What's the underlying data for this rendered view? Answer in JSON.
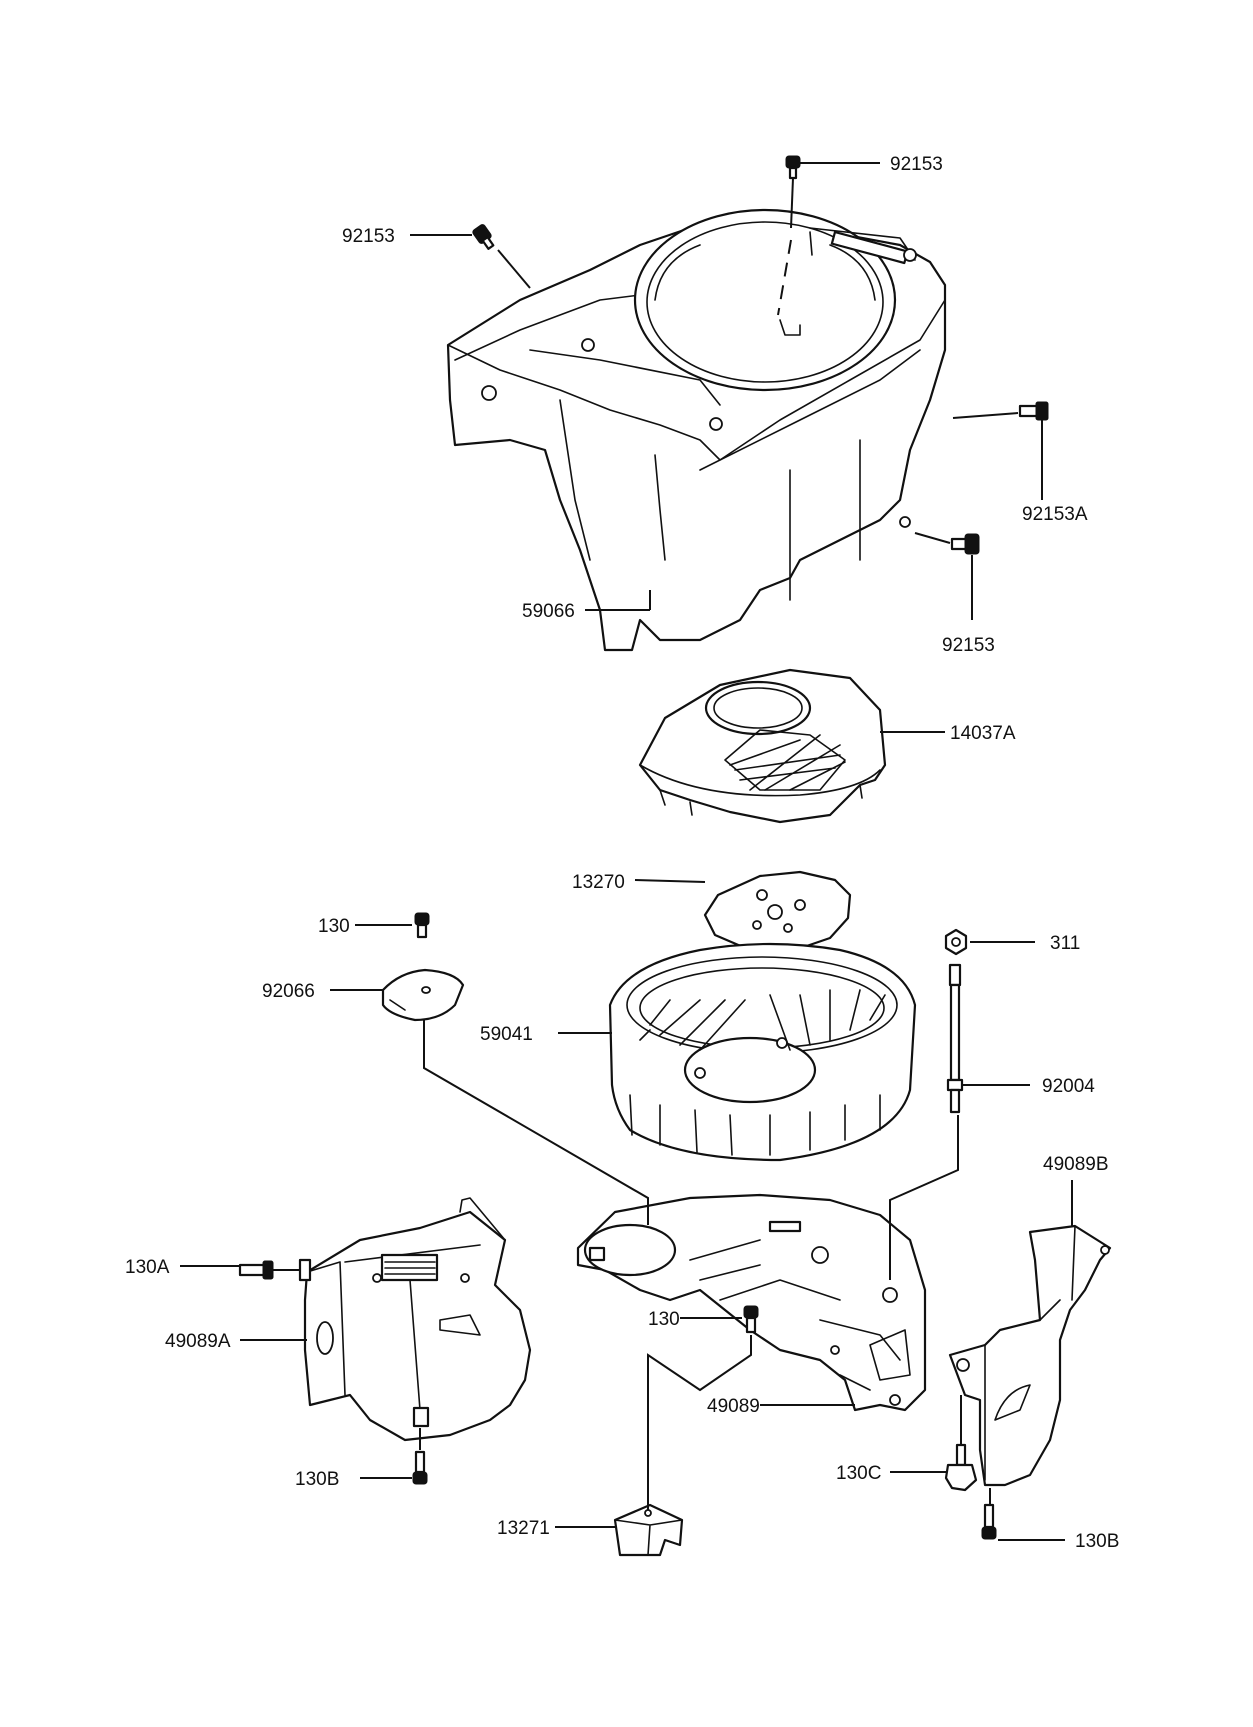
{
  "callouts": [
    {
      "id": "top-bolt",
      "label": "92153"
    },
    {
      "id": "left-bolt",
      "label": "92153"
    },
    {
      "id": "right-bolt-a",
      "label": "92153A"
    },
    {
      "id": "lower-bolt",
      "label": "92153"
    },
    {
      "id": "housing",
      "label": "59066"
    },
    {
      "id": "screen",
      "label": "14037A"
    },
    {
      "id": "plate",
      "label": "13270"
    },
    {
      "id": "bolt-130-upper",
      "label": "130"
    },
    {
      "id": "washer",
      "label": "92066"
    },
    {
      "id": "nut",
      "label": "311"
    },
    {
      "id": "fan",
      "label": "59041"
    },
    {
      "id": "stud",
      "label": "92004"
    },
    {
      "id": "right-cover",
      "label": "49089B"
    },
    {
      "id": "bolt-130a",
      "label": "130A"
    },
    {
      "id": "left-cover",
      "label": "49089A"
    },
    {
      "id": "bolt-130-lower",
      "label": "130"
    },
    {
      "id": "baffle",
      "label": "49089"
    },
    {
      "id": "bolt-130c",
      "label": "130C"
    },
    {
      "id": "bolt-130b-left",
      "label": "130B"
    },
    {
      "id": "bracket",
      "label": "13271"
    },
    {
      "id": "bolt-130b-right",
      "label": "130B"
    }
  ]
}
